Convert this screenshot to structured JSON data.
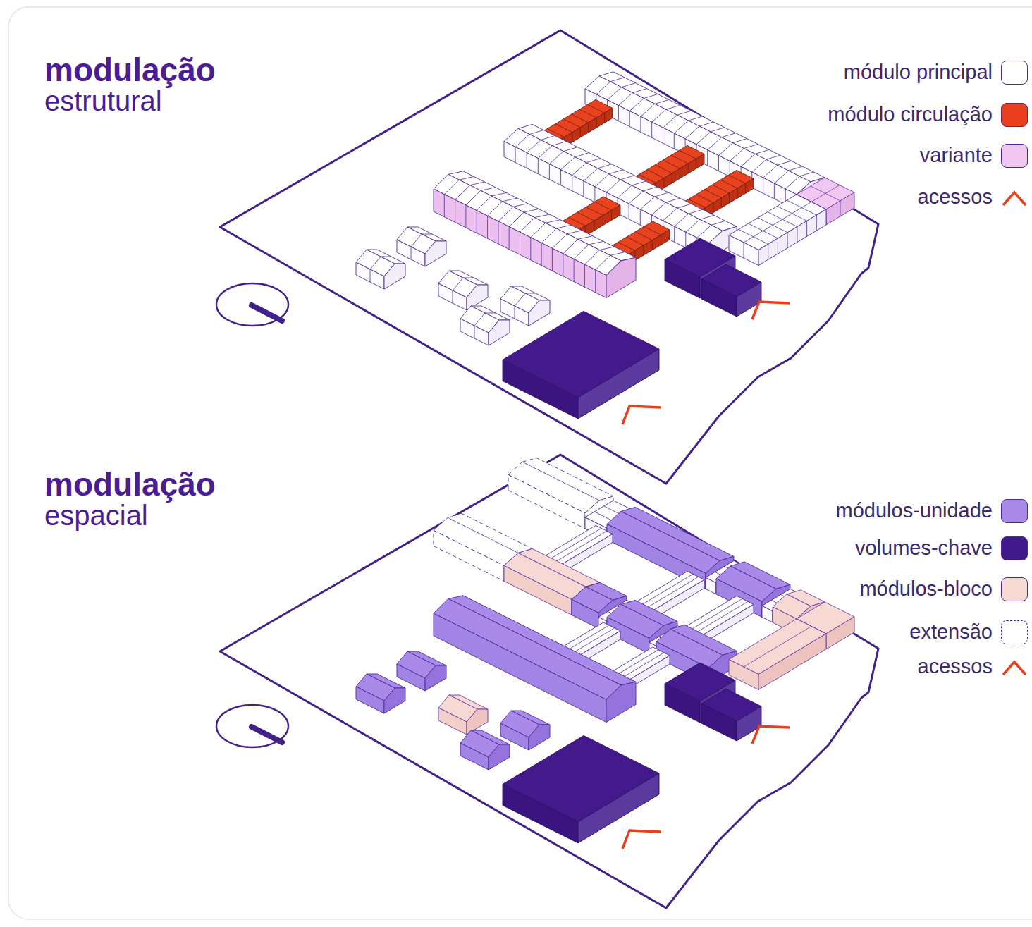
{
  "diagram": {
    "labels": [
      "modulação",
      "estrutural",
      "modulação",
      "espacial"
    ],
    "legend": [
      {
        "text": "módulo principal",
        "color": "#ffffff"
      },
      {
        "text": "módulo circulação",
        "color": "#e8401c"
      },
      {
        "text": "variante",
        "color": "#f0c6f1"
      },
      {
        "text": "acessos"
      },
      {
        "text": "módulos-unidade",
        "color": "#a98ae8"
      },
      {
        "text": "volumes-chave",
        "color": "#42198c"
      },
      {
        "text": "módulos-bloco",
        "color": "#f7d9d4"
      },
      {
        "text": "extensão"
      },
      {
        "text": "acessos"
      }
    ]
  }
}
